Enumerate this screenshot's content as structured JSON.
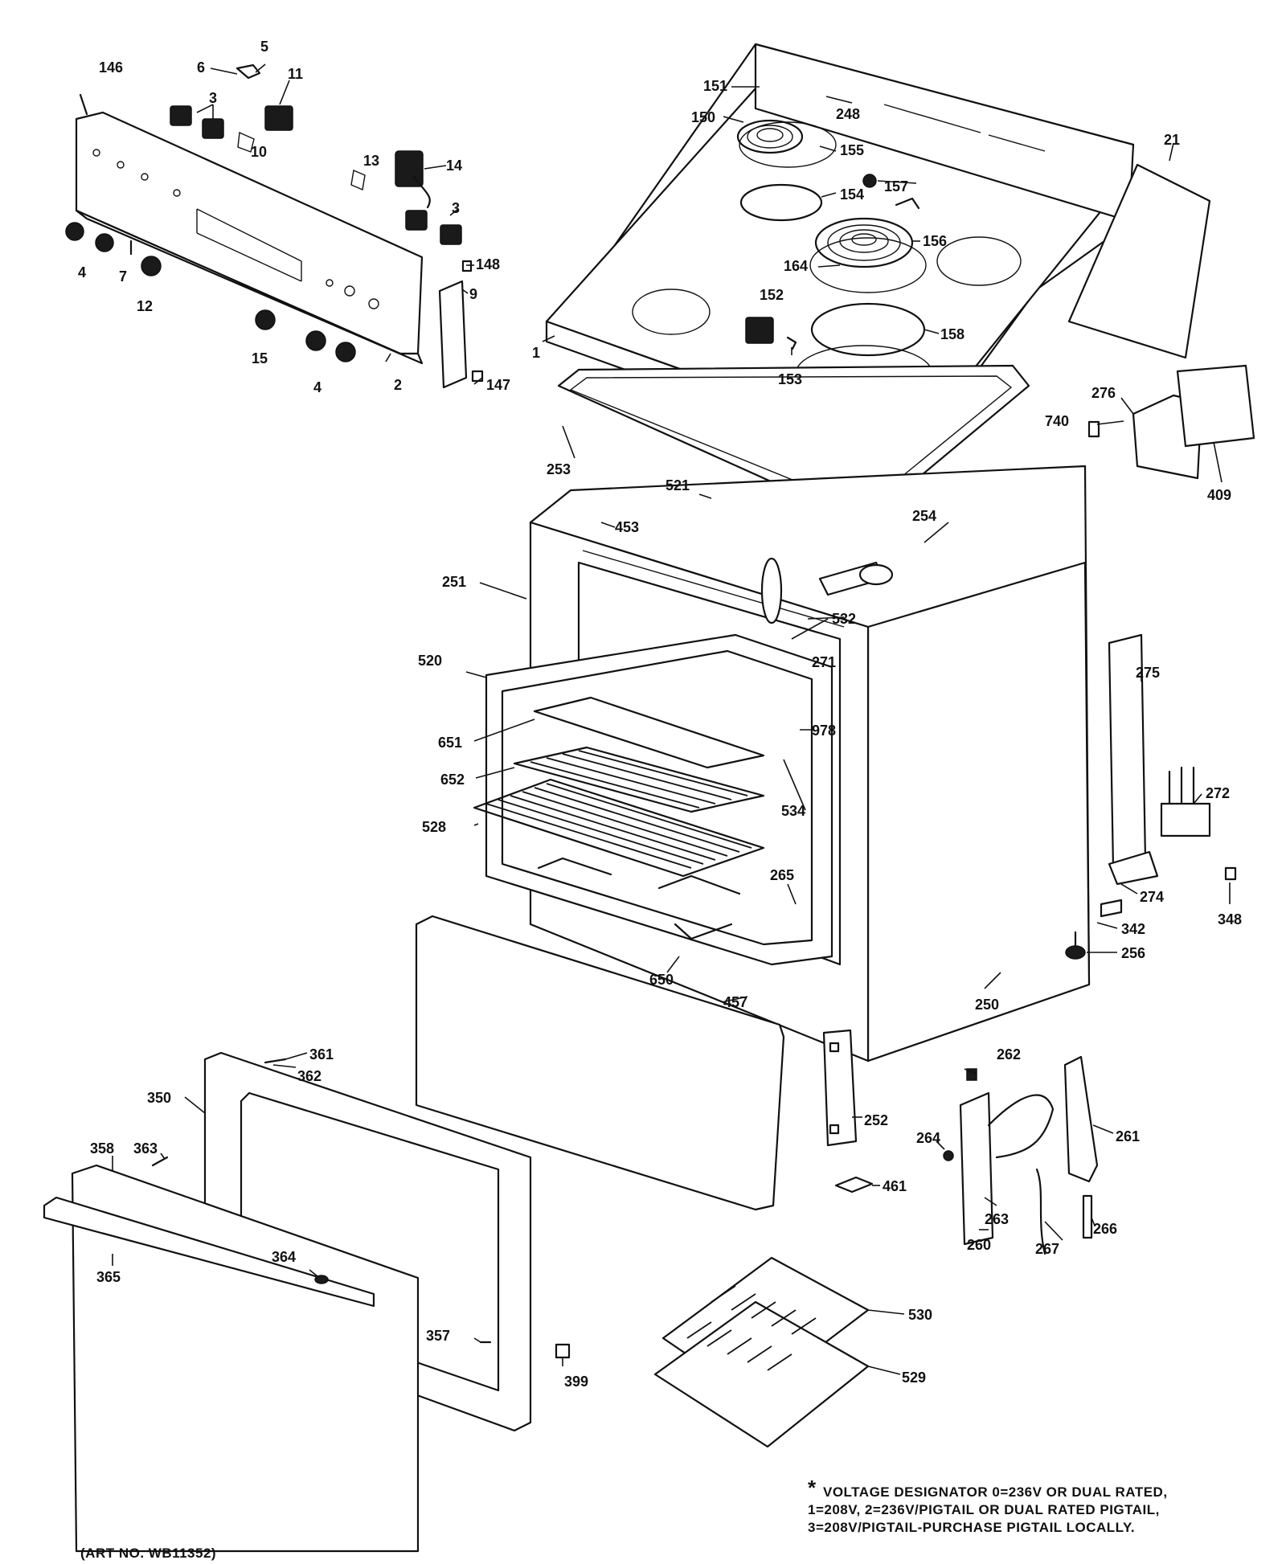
{
  "parts": [
    {
      "id": "p146",
      "text": "146"
    },
    {
      "id": "p5",
      "text": "5"
    },
    {
      "id": "p6",
      "text": "6"
    },
    {
      "id": "p11",
      "text": "11"
    },
    {
      "id": "p3a",
      "text": "3"
    },
    {
      "id": "p10",
      "text": "10"
    },
    {
      "id": "p13",
      "text": "13"
    },
    {
      "id": "p14",
      "text": "14"
    },
    {
      "id": "p3b",
      "text": "3"
    },
    {
      "id": "p4a",
      "text": "4"
    },
    {
      "id": "p7",
      "text": "7"
    },
    {
      "id": "p12",
      "text": "12"
    },
    {
      "id": "p148",
      "text": "148"
    },
    {
      "id": "p9",
      "text": "9"
    },
    {
      "id": "p15",
      "text": "15"
    },
    {
      "id": "p4b",
      "text": "4"
    },
    {
      "id": "p2",
      "text": "2"
    },
    {
      "id": "p147",
      "text": "147"
    },
    {
      "id": "p1",
      "text": "1"
    },
    {
      "id": "p151",
      "text": "151"
    },
    {
      "id": "p248",
      "text": "248"
    },
    {
      "id": "p150",
      "text": "150"
    },
    {
      "id": "p155",
      "text": "155"
    },
    {
      "id": "p21",
      "text": "21"
    },
    {
      "id": "p157",
      "text": "157"
    },
    {
      "id": "p154",
      "text": "154"
    },
    {
      "id": "p156",
      "text": "156"
    },
    {
      "id": "p164",
      "text": "164"
    },
    {
      "id": "p152",
      "text": "152"
    },
    {
      "id": "p158",
      "text": "158"
    },
    {
      "id": "p153",
      "text": "153"
    },
    {
      "id": "p276",
      "text": "276"
    },
    {
      "id": "p740",
      "text": "740"
    },
    {
      "id": "p409",
      "text": "409"
    },
    {
      "id": "p253",
      "text": "253"
    },
    {
      "id": "p521",
      "text": "521"
    },
    {
      "id": "p453",
      "text": "453"
    },
    {
      "id": "p254",
      "text": "254"
    },
    {
      "id": "p251",
      "text": "251"
    },
    {
      "id": "p532",
      "text": "532"
    },
    {
      "id": "p271",
      "text": "271"
    },
    {
      "id": "p520",
      "text": "520"
    },
    {
      "id": "p275",
      "text": "275"
    },
    {
      "id": "p978",
      "text": "978"
    },
    {
      "id": "p651",
      "text": "651"
    },
    {
      "id": "p652",
      "text": "652"
    },
    {
      "id": "p534",
      "text": "534"
    },
    {
      "id": "p272",
      "text": "272"
    },
    {
      "id": "p528",
      "text": "528"
    },
    {
      "id": "p265",
      "text": "265"
    },
    {
      "id": "p274",
      "text": "274"
    },
    {
      "id": "p348",
      "text": "348"
    },
    {
      "id": "p342",
      "text": "342"
    },
    {
      "id": "p256",
      "text": "256"
    },
    {
      "id": "p650",
      "text": "650"
    },
    {
      "id": "p457",
      "text": "457"
    },
    {
      "id": "p250",
      "text": "250"
    },
    {
      "id": "p361",
      "text": "361"
    },
    {
      "id": "p362",
      "text": "362"
    },
    {
      "id": "p262",
      "text": "262"
    },
    {
      "id": "p350",
      "text": "350"
    },
    {
      "id": "p252",
      "text": "252"
    },
    {
      "id": "p264",
      "text": "264"
    },
    {
      "id": "p261",
      "text": "261"
    },
    {
      "id": "p358",
      "text": "358"
    },
    {
      "id": "p363",
      "text": "363"
    },
    {
      "id": "p461",
      "text": "461"
    },
    {
      "id": "p263",
      "text": "263"
    },
    {
      "id": "p266",
      "text": "266"
    },
    {
      "id": "p260",
      "text": "260"
    },
    {
      "id": "p267",
      "text": "267"
    },
    {
      "id": "p365",
      "text": "365"
    },
    {
      "id": "p364",
      "text": "364"
    },
    {
      "id": "p530",
      "text": "530"
    },
    {
      "id": "p357",
      "text": "357"
    },
    {
      "id": "p529",
      "text": "529"
    },
    {
      "id": "p399",
      "text": "399"
    }
  ],
  "footnote": {
    "line1": "VOLTAGE DESIGNATOR 0=236V OR DUAL RATED,",
    "line2": "1=208V, 2=236V/PIGTAIL OR DUAL RATED PIGTAIL,",
    "line3": "3=208V/PIGTAIL-PURCHASE PIGTAIL LOCALLY.",
    "asterisk": "*"
  },
  "art_number": "(ART NO. WB11352)"
}
